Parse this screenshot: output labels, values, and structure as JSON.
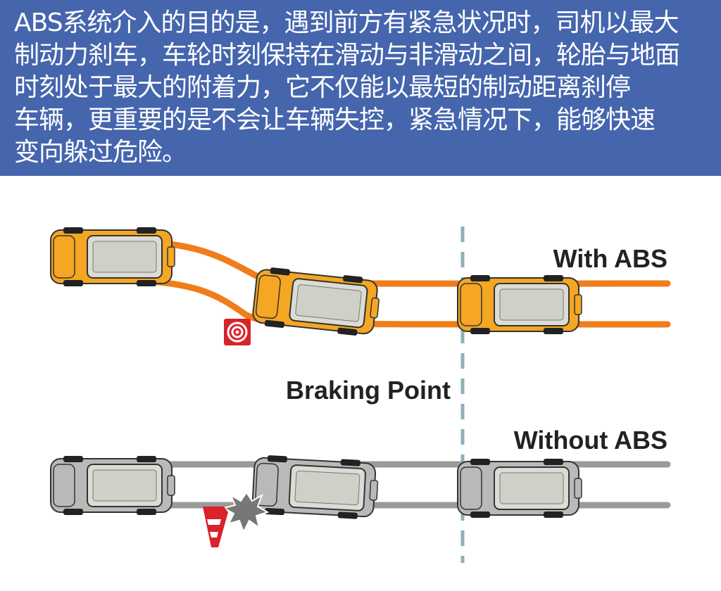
{
  "banner": {
    "lines": [
      "ABS系统介入的目的是，遇到前方有紧急状况时，司机以最大",
      "制动力刹车，车轮时刻保持在滑动与非滑动之间，轮胎与地面",
      "时刻处于最大的附着力，它不仅能以最短的制动距离刹停",
      "车辆，更重要的是不会让车辆失控，紧急情况下，能够快速",
      "变向躲过危险。"
    ],
    "background": "#4565ad"
  },
  "diagram": {
    "with_abs_label": "With ABS",
    "braking_point_label": "Braking Point",
    "without_abs_label": "Without ABS",
    "colors": {
      "abs_path": "#f07d1a",
      "no_abs_path": "#9a9a9a",
      "abs_car": "#f5a623",
      "no_abs_car": "#b9b9b9",
      "braking_line": "#8fb0b8",
      "target": "#d9222a"
    }
  }
}
